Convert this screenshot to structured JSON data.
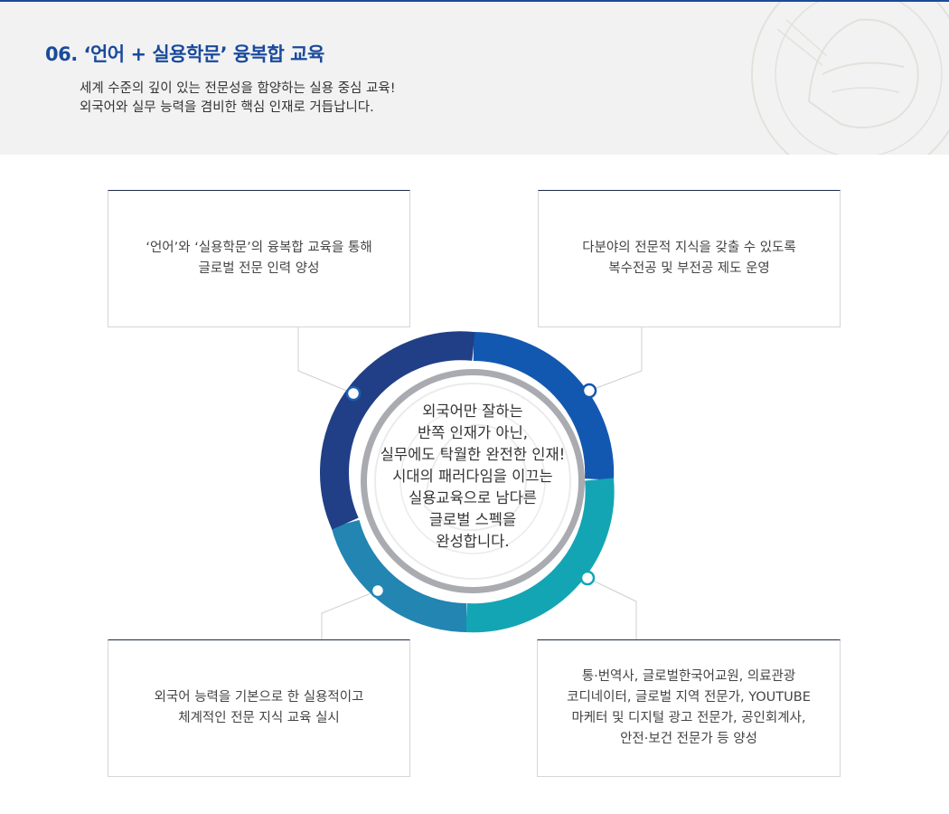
{
  "header": {
    "title": "06. ‘언어 + 실용학문’ 융복합 교육",
    "desc_lines": [
      "세계 수준의 깊이 있는 전문성을 함양하는 실용 중심 교육!",
      "외국어와 실무 능력을 겸비한 핵심 인재로 거듭납니다."
    ]
  },
  "boxes": {
    "top_left": [
      "‘언어’와 ‘실용학문’의 융복합 교육을 통해",
      "글로벌 전문 인력 양성"
    ],
    "top_right": [
      "다분야의 전문적 지식을 갖출 수 있도록",
      "복수전공 및 부전공 제도 운영"
    ],
    "bottom_left": [
      "외국어 능력을 기본으로 한 실용적이고",
      "체계적인 전문 지식 교육 실시"
    ],
    "bottom_right": [
      "통·번역사, 글로벌한국어교원, 의료관광",
      "코디네이터, 글로벌 지역 전문가, YOUTUBE",
      "마케터 및  디지털 광고 전문가, 공인회계사,",
      "안전·보건 전문가 등 양성"
    ]
  },
  "center": {
    "lines": [
      "외국어만 잘하는",
      "반쪽 인재가 아닌,",
      "실무에도 탁월한 완전한 인재!",
      "시대의 패러다임을 이끄는",
      "실용교육으로 남다른",
      "글로벌 스펙을",
      "완성합니다."
    ]
  },
  "colors": {
    "title": "#1a4a9c",
    "ring_navy": "#213f86",
    "ring_blue": "#1358b0",
    "ring_teal": "#13a5b4",
    "ring_steel": "#2285b2"
  }
}
